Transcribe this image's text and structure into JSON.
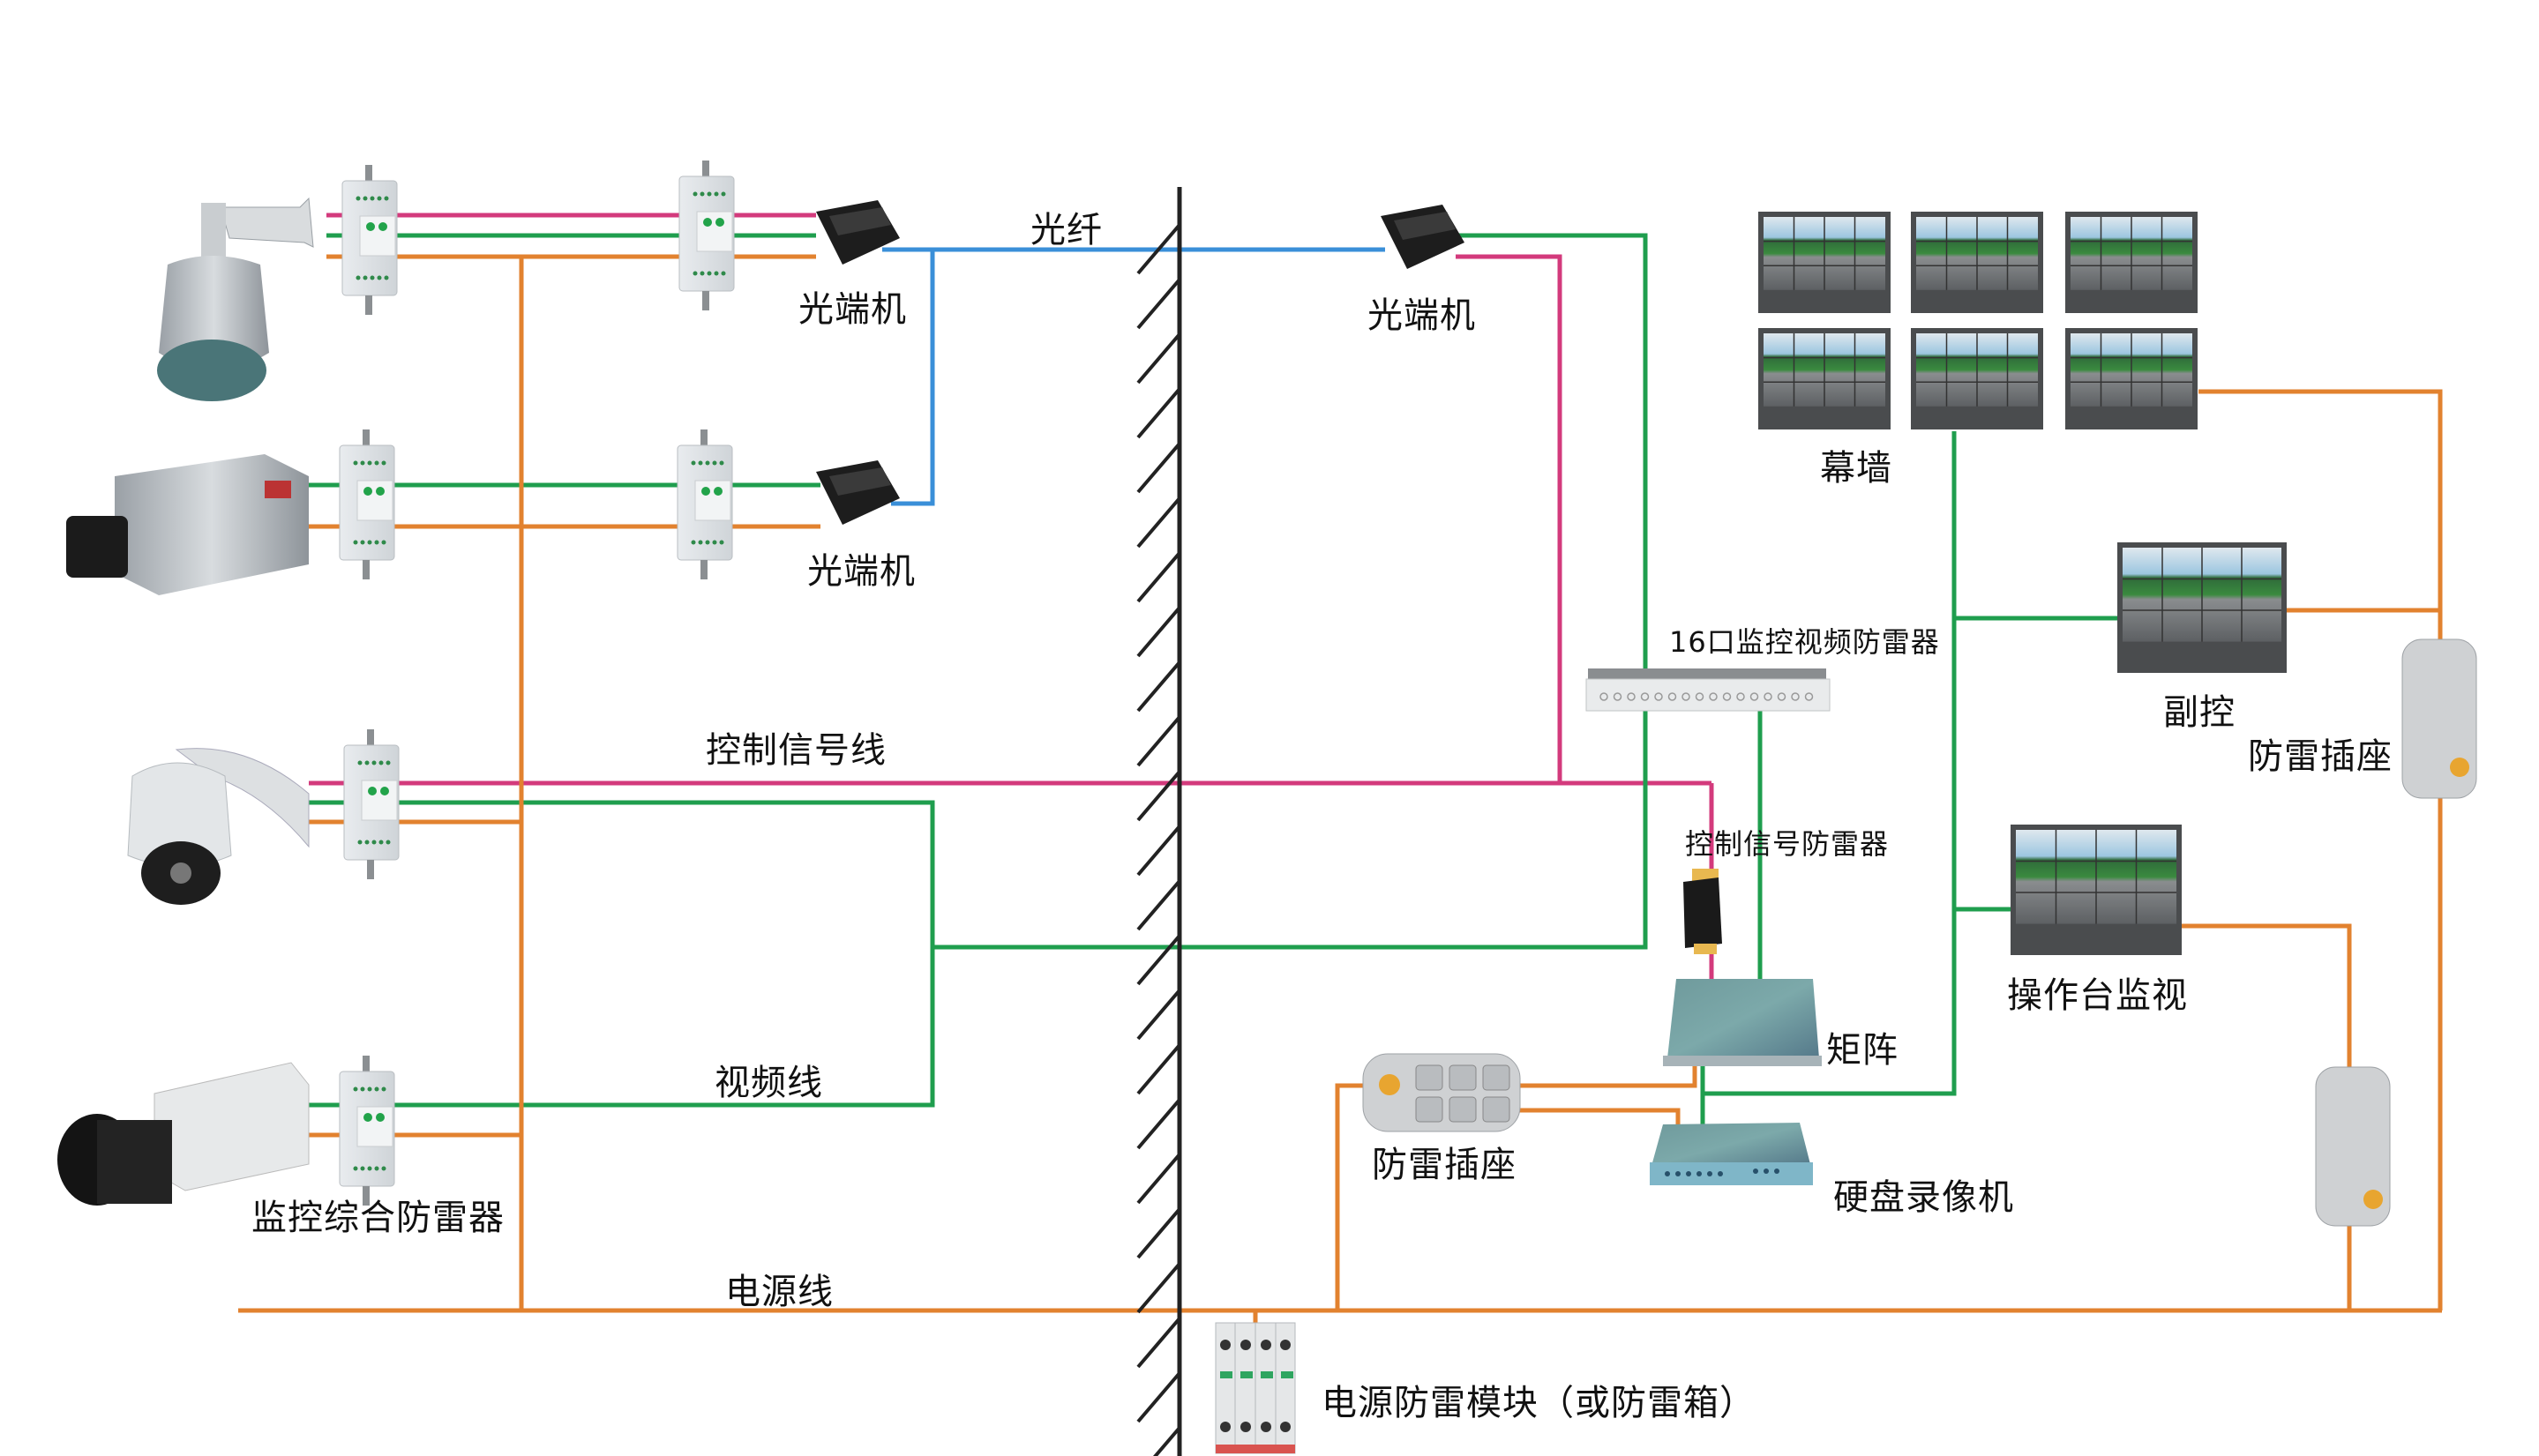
{
  "title": "监控系统防雷示意图",
  "colors": {
    "control_signal_line": "#d33a7c",
    "video_line": "#1f9e4e",
    "power_line": "#e2822f",
    "fiber_line": "#3a8fd8",
    "wall": "#222222"
  },
  "labels": {
    "fiber": "光纤",
    "optical_transceiver_1": "光端机",
    "optical_transceiver_2": "光端机",
    "optical_transceiver_3": "光端机",
    "control_signal_line": "控制信号线",
    "video_line": "视频线",
    "power_line": "电源线",
    "combined_protector": "监控综合防雷器",
    "video_wall": "幕墙",
    "video_protector_16": "16口监控视频防雷器",
    "sub_control": "副控",
    "surge_socket_right": "防雷插座",
    "control_signal_protector": "控制信号防雷器",
    "console_monitor": "操作台监视",
    "matrix": "矩阵",
    "surge_socket_center": "防雷插座",
    "dvr": "硬盘录像机",
    "power_module": "电源防雷模块（或防雷箱）"
  },
  "devices": {
    "cameras": [
      "speed-dome-camera",
      "box-camera",
      "dome-camera",
      "box-camera-white"
    ],
    "video_wall_monitors": 6
  }
}
